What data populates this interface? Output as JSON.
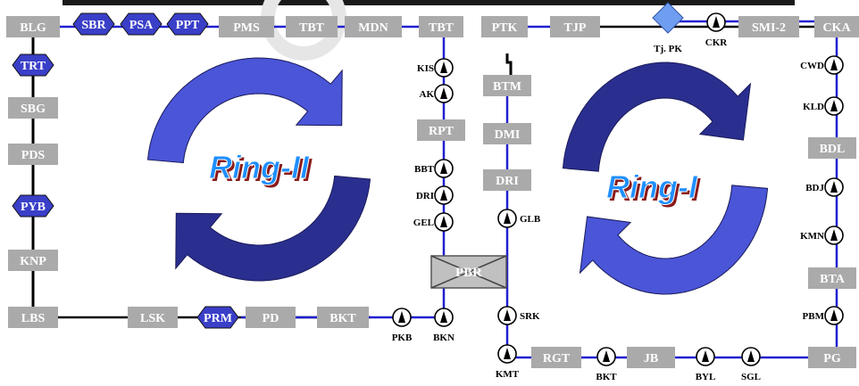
{
  "colors": {
    "station_box": "#aaaaaa",
    "hexagon": "#3a3fc8",
    "blue_line": "#2020d0",
    "black_line": "#000000",
    "diamond": "#6f9ef0",
    "arrow_dark": "#2a2f8f",
    "arrow_light": "#4a55d8",
    "ring_text": "#1f8fff",
    "ring_shadow": "#8b1a1a"
  },
  "boxes": [
    {
      "id": "BLG",
      "label": "BLG"
    },
    {
      "id": "PMS",
      "label": "PMS"
    },
    {
      "id": "TBT1",
      "label": "TBT"
    },
    {
      "id": "MDN",
      "label": "MDN"
    },
    {
      "id": "TBT2",
      "label": "TBT"
    },
    {
      "id": "PTK",
      "label": "PTK"
    },
    {
      "id": "TJP",
      "label": "TJP"
    },
    {
      "id": "SMI2",
      "label": "SMI-2"
    },
    {
      "id": "CKA",
      "label": "CKA"
    },
    {
      "id": "SBG",
      "label": "SBG"
    },
    {
      "id": "PDS",
      "label": "PDS"
    },
    {
      "id": "KNP",
      "label": "KNP"
    },
    {
      "id": "LBS",
      "label": "LBS"
    },
    {
      "id": "LSK",
      "label": "LSK"
    },
    {
      "id": "PD",
      "label": "PD"
    },
    {
      "id": "BKT1",
      "label": "BKT"
    },
    {
      "id": "RPT",
      "label": "RPT"
    },
    {
      "id": "BTM",
      "label": "BTM"
    },
    {
      "id": "DMI",
      "label": "DMI"
    },
    {
      "id": "DRI1",
      "label": "DRI"
    },
    {
      "id": "RGT",
      "label": "RGT"
    },
    {
      "id": "JB",
      "label": "JB"
    },
    {
      "id": "PG",
      "label": "PG"
    },
    {
      "id": "BDL",
      "label": "BDL"
    },
    {
      "id": "BTA",
      "label": "BTA"
    }
  ],
  "hexagons": [
    {
      "id": "SBR",
      "label": "SBR"
    },
    {
      "id": "PSA",
      "label": "PSA"
    },
    {
      "id": "PPT",
      "label": "PPT"
    },
    {
      "id": "TRT",
      "label": "TRT"
    },
    {
      "id": "PYB",
      "label": "PYB"
    },
    {
      "id": "PRM",
      "label": "PRM"
    }
  ],
  "towers": [
    {
      "id": "KIS",
      "label": "KIS"
    },
    {
      "id": "AK",
      "label": "AK"
    },
    {
      "id": "BBT",
      "label": "BBT"
    },
    {
      "id": "DRI2",
      "label": "DRI"
    },
    {
      "id": "GEL",
      "label": "GEL"
    },
    {
      "id": "GLB",
      "label": "GLB"
    },
    {
      "id": "SRK",
      "label": "SRK"
    },
    {
      "id": "KMT",
      "label": "KMT"
    },
    {
      "id": "BKT2",
      "label": "BKT"
    },
    {
      "id": "BYL",
      "label": "BYL"
    },
    {
      "id": "SGL",
      "label": "SGL"
    },
    {
      "id": "PKB",
      "label": "PKB"
    },
    {
      "id": "BKN",
      "label": "BKN"
    },
    {
      "id": "CKR",
      "label": "CKR"
    },
    {
      "id": "CWD",
      "label": "CWD"
    },
    {
      "id": "KLD",
      "label": "KLD"
    },
    {
      "id": "BDJ",
      "label": "BDJ"
    },
    {
      "id": "KMN",
      "label": "KMN"
    },
    {
      "id": "PBM",
      "label": "PBM"
    }
  ],
  "diamond": {
    "label": "Tj. PK"
  },
  "hub": {
    "label": "PBR"
  },
  "rings": {
    "ring2": "Ring-II",
    "ring1": "Ring-I"
  }
}
